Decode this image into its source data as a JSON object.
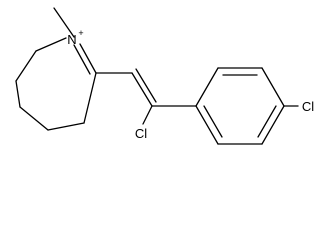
{
  "molecule": {
    "atoms": {
      "nitrogen": "N",
      "nitrogen_charge": "+",
      "chlorine_vinyl": "Cl",
      "chlorine_aryl": "Cl"
    },
    "colors": {
      "bond": "#000000",
      "text": "#000000",
      "background": "#ffffff"
    }
  }
}
